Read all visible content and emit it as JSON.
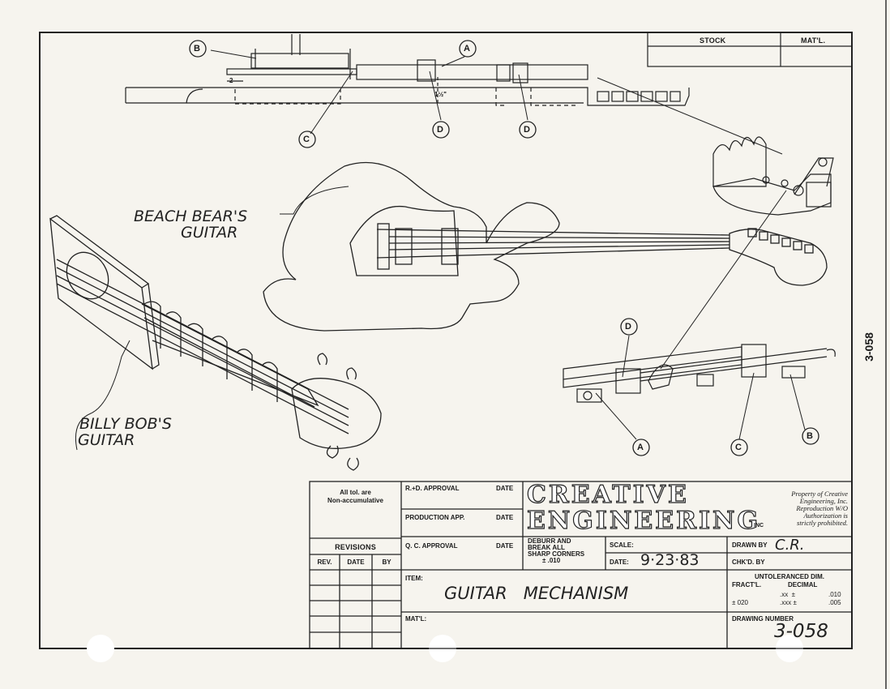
{
  "callouts": {
    "a": "A",
    "b": "B",
    "c": "C",
    "d": "D"
  },
  "dims": {
    "two": "2",
    "one_half": "1½\""
  },
  "labels": {
    "beach_bear_1": "BEACH BEAR'S",
    "beach_bear_2": "GUITAR",
    "billy_bob_1": "BILLY BOB'S",
    "billy_bob_2": "GUITAR"
  },
  "side_number": "3-058",
  "stock_box": {
    "stock": "STOCK",
    "matl": "MAT'L."
  },
  "title_block": {
    "tolerance_note_1": "All tol. are",
    "tolerance_note_2": "Non-accumulative",
    "revisions": "REVISIONS",
    "rev": "REV.",
    "date": "DATE",
    "by": "BY",
    "rd_approval": "R.+D. APPROVAL",
    "production_app": "PRODUCTION APP.",
    "qc_approval": "Q. C. APPROVAL",
    "date_label": "DATE",
    "company_line1": "CREATIVE",
    "company_line2": "ENGINEERING",
    "company_inc": "INC",
    "property_1": "Property of Creative",
    "property_2": "Engineering, Inc.",
    "property_3": "Reproduction W/O",
    "property_4": "Authorization is",
    "property_5": "strictly prohibited.",
    "deburr_1": "DEBURR AND",
    "deburr_2": "BREAK ALL",
    "deburr_3": "SHARP CORNERS",
    "deburr_4": "±   .010",
    "scale_label": "SCALE:",
    "date_field_label": "DATE:",
    "date_value": "9·23·83",
    "drawn_by_label": "DRAWN BY",
    "drawn_by_value": "C.R.",
    "chkd_by_label": "CHK'D. BY",
    "item_label": "ITEM:",
    "item_value": "GUITAR   MECHANISM",
    "matl_label": "MAT'L:",
    "untol_1": "UNTOLERANCED DIM.",
    "fract": "FRACT'L.",
    "decimal": "DECIMAL",
    "xx": ".xx  ±",
    "xx_val": ".010",
    "fract_val": "± 020",
    "xxx": ".xxx ±",
    "xxx_val": ".005",
    "drawing_number_label": "DRAWING NUMBER",
    "drawing_number_value": "3-058"
  }
}
